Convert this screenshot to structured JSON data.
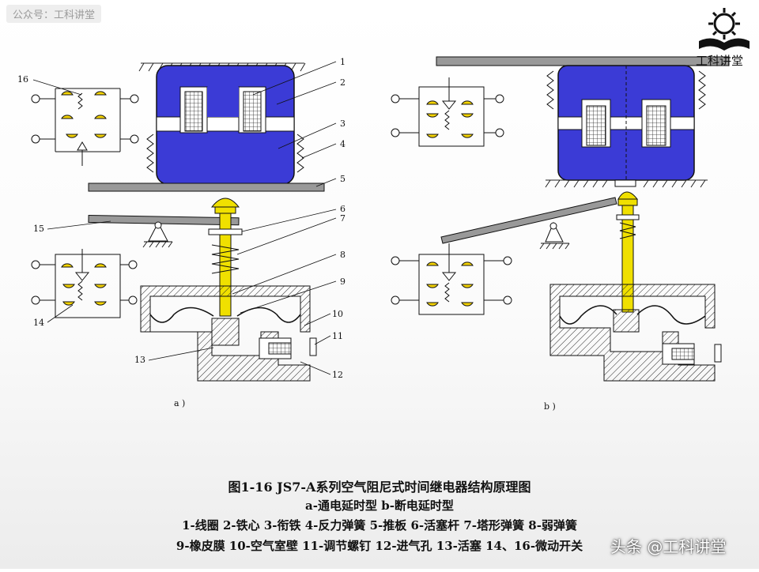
{
  "watermark_top": "公众号：工科讲堂",
  "logo_text": "工科讲堂",
  "subfig_a": "a )",
  "subfig_b": "b )",
  "callouts": [
    "1",
    "2",
    "3",
    "4",
    "5",
    "6",
    "7",
    "8",
    "9",
    "10",
    "11",
    "12",
    "13",
    "14",
    "15",
    "16"
  ],
  "caption": {
    "title": "图1-16  JS7-A系列空气阻尼式时间继电器结构原理图",
    "subtitle": "a-通电延时型   b-断电延时型",
    "legend_line1": "1-线圈  2-铁心  3-衔铁  4-反力弹簧  5-推板  6-活塞杆  7-塔形弹簧  8-弱弹簧",
    "legend_line2": "9-橡皮膜  10-空气室壁  11-调节螺钉  12-进气孔  13-活塞  14、16-微动开关"
  },
  "watermark_bottom": "头条 @工科讲堂",
  "colors": {
    "magnet": "#3b3bd6",
    "rod": "#f0e000",
    "contact": "#f5d400",
    "line": "#111111"
  }
}
